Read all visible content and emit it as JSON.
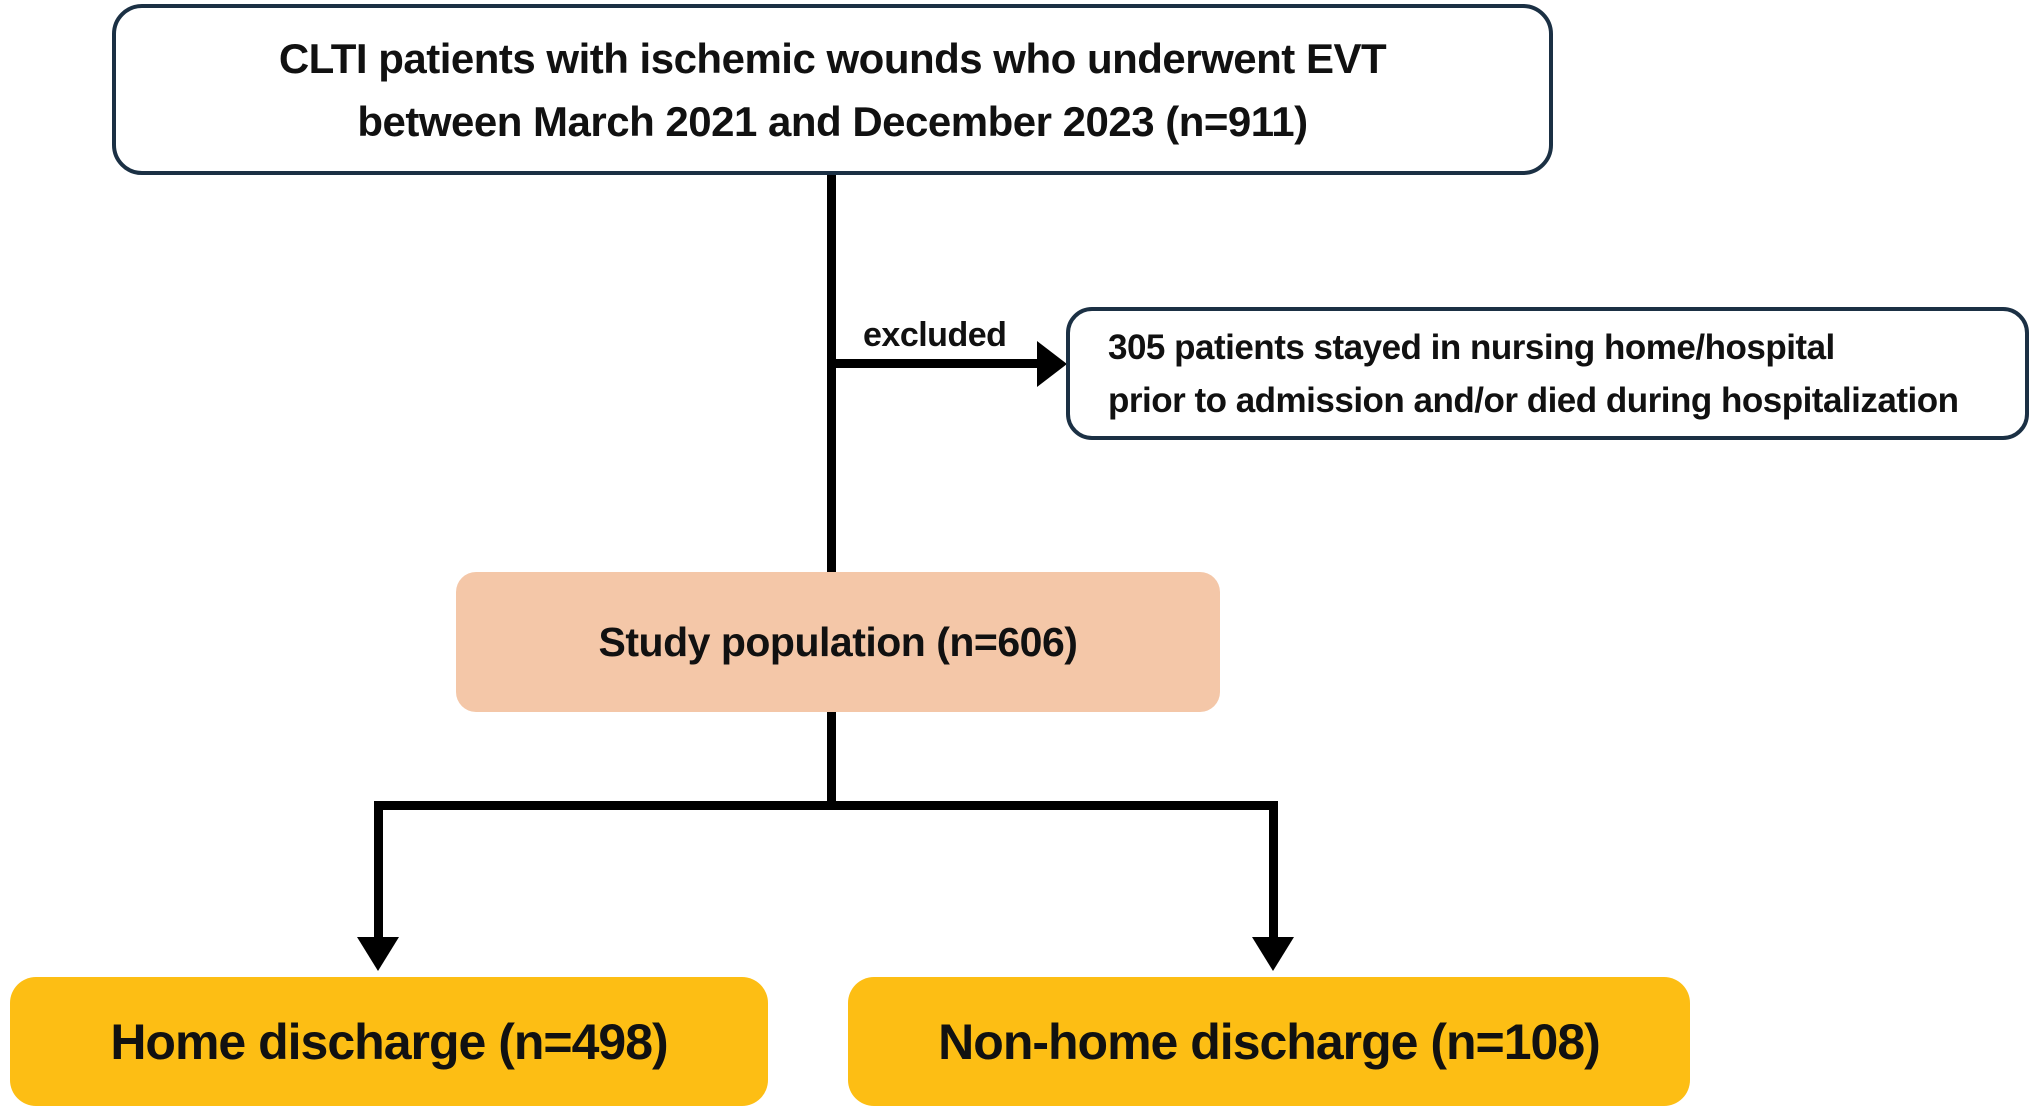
{
  "figure": {
    "background": "#ffffff",
    "colors": {
      "box_border": "#1b3044",
      "box_fill": "#ffffff",
      "study_fill": "#f4c7a8",
      "discharge_fill": "#fdbe14",
      "connector": "#000000",
      "text": "#111111"
    },
    "top_box": {
      "line1": "CLTI patients with ischemic wounds who underwent EVT",
      "line2": "between March 2021 and December 2023 (n=911)"
    },
    "excluded": {
      "label": "excluded",
      "line1": "305 patients stayed in nursing home/hospital",
      "line2": "prior to admission and/or died during hospitalization"
    },
    "study_box": {
      "label": "Study population (n=606)"
    },
    "home_box": {
      "label": "Home discharge (n=498)"
    },
    "nonhome_box": {
      "label": "Non-home discharge (n=108)"
    }
  }
}
